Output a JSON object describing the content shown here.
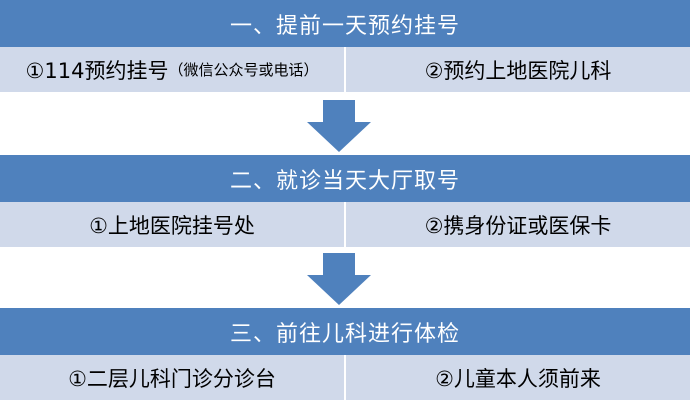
{
  "colors": {
    "header_bg": "#4f81bd",
    "cell_bg": "#d0d9ea",
    "arrow": "#4f81bd",
    "header_text": "#ffffff",
    "cell_text": "#000000"
  },
  "steps": [
    {
      "title": "一、提前一天预约挂号",
      "left": {
        "main": "①114预约挂号",
        "note": "（微信公众号或电话）"
      },
      "right": "②预约上地医院儿科"
    },
    {
      "title": "二、就诊当天大厅取号",
      "left": {
        "main": "①上地医院挂号处"
      },
      "right": "②携身份证或医保卡"
    },
    {
      "title": "三、前往儿科进行体检",
      "left": {
        "main": "①二层儿科门诊分诊台"
      },
      "right": "②儿童本人须前来"
    }
  ]
}
